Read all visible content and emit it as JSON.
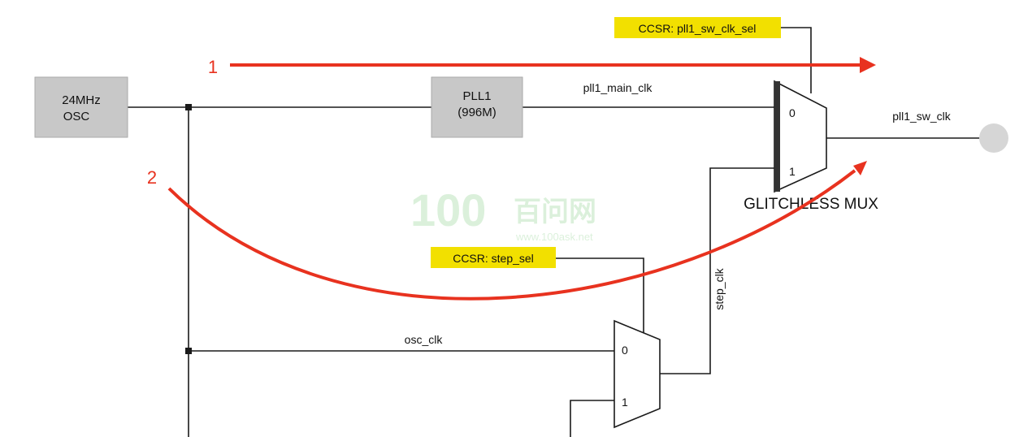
{
  "blocks": {
    "osc": {
      "line1": "24MHz",
      "line2": "OSC"
    },
    "pll1": {
      "line1": "PLL1",
      "line2": "(996M)"
    }
  },
  "signals": {
    "pll1_main_clk": "pll1_main_clk",
    "pll1_sw_clk": "pll1_sw_clk",
    "osc_clk": "osc_clk",
    "step_clk": "step_clk"
  },
  "registers": {
    "pll1_sw_clk_sel": "CCSR: pll1_sw_clk_sel",
    "step_sel": "CCSR: step_sel"
  },
  "mux_main": {
    "title": "GLITCHLESS MUX",
    "input0": "0",
    "input1": "1"
  },
  "mux_step": {
    "input0": "0",
    "input1": "1"
  },
  "paths": {
    "path1": {
      "number": "1",
      "color": "#e8321f"
    },
    "path2": {
      "number": "2",
      "color": "#e8321f"
    }
  },
  "watermark": {
    "logo": "100",
    "brand": "百问网",
    "url": "www.100ask.net"
  },
  "colors": {
    "block_fill": "#c8c8c8",
    "register_fill": "#f2e000",
    "wire": "#1a1a1a",
    "output_node": "#d6d6d6"
  }
}
